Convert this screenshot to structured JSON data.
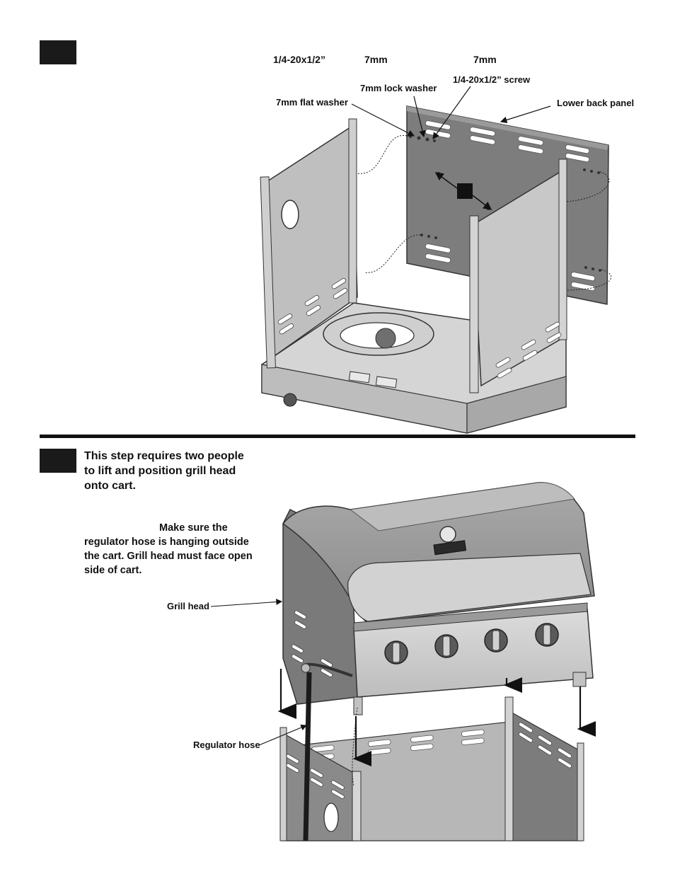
{
  "step1": {
    "specs": [
      "1/4-20x1/2”",
      "7mm",
      "7mm"
    ],
    "labels": {
      "flat_washer": "7mm flat washer",
      "lock_washer": "7mm lock washer",
      "screw": "1/4-20x1/2” screw",
      "lower_back_panel": "Lower back panel"
    }
  },
  "step2": {
    "intro_lines": [
      "This step requires two people",
      "to lift and position grill head",
      "onto cart."
    ],
    "note_lines": [
      "Make sure the",
      "regulator hose is hanging outside",
      "the cart. Grill head must face open",
      "side of cart."
    ],
    "labels": {
      "grill_head": "Grill head",
      "regulator_hose": "Regulator hose"
    }
  },
  "colors": {
    "panel_dark": "#7b7b7b",
    "panel_light": "#b8b8b8",
    "ink": "#111111"
  }
}
